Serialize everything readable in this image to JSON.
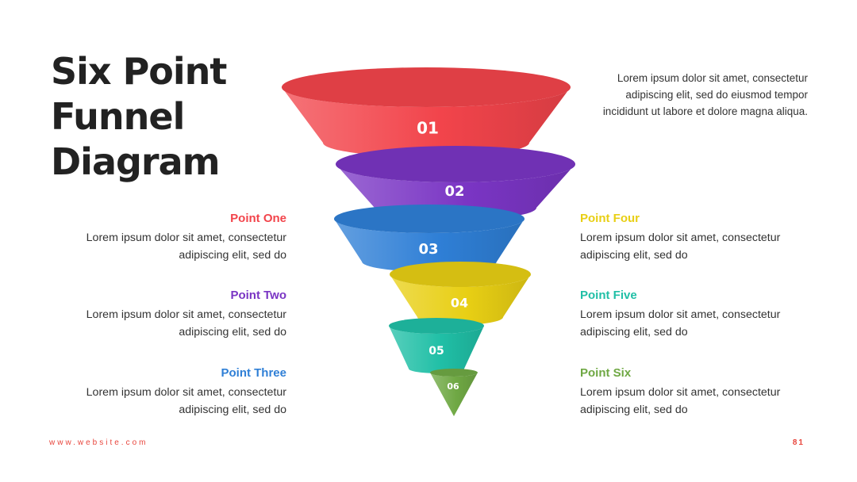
{
  "slide": {
    "title_lines": [
      "Six Point",
      "Funnel",
      "Diagram"
    ],
    "intro_text": "Lorem ipsum dolor sit amet, consectetur adipiscing elit, sed do eiusmod tempor incididunt ut labore et dolore magna aliqua.",
    "footer_website": "www.website.com",
    "page_number": "81"
  },
  "points": [
    {
      "title": "Point One",
      "text": "Lorem ipsum dolor sit amet, consectetur adipiscing elit, sed do",
      "color": "#f2444b"
    },
    {
      "title": "Point Two",
      "text": "Lorem ipsum dolor sit amet, consectetur adipiscing elit, sed do",
      "color": "#7a35c4"
    },
    {
      "title": "Point Three",
      "text": "Lorem ipsum dolor sit amet, consectetur adipiscing elit, sed do",
      "color": "#2f7fd6"
    },
    {
      "title": "Point Four",
      "text": "Lorem ipsum dolor sit amet, consectetur adipiscing elit, sed do",
      "color": "#e8cf14"
    },
    {
      "title": "Point Five",
      "text": "Lorem ipsum dolor sit amet, consectetur adipiscing elit, sed do",
      "color": "#20bfa6"
    },
    {
      "title": "Point Six",
      "text": "Lorem ipsum dolor sit amet, consectetur adipiscing elit, sed do",
      "color": "#6fa844"
    }
  ],
  "funnel_segments": [
    {
      "label": "01",
      "color": "#f2444b"
    },
    {
      "label": "02",
      "color": "#7a35c4"
    },
    {
      "label": "03",
      "color": "#2f7fd6"
    },
    {
      "label": "04",
      "color": "#e8cf14"
    },
    {
      "label": "05",
      "color": "#20bfa6"
    },
    {
      "label": "06",
      "color": "#6fa844"
    }
  ]
}
